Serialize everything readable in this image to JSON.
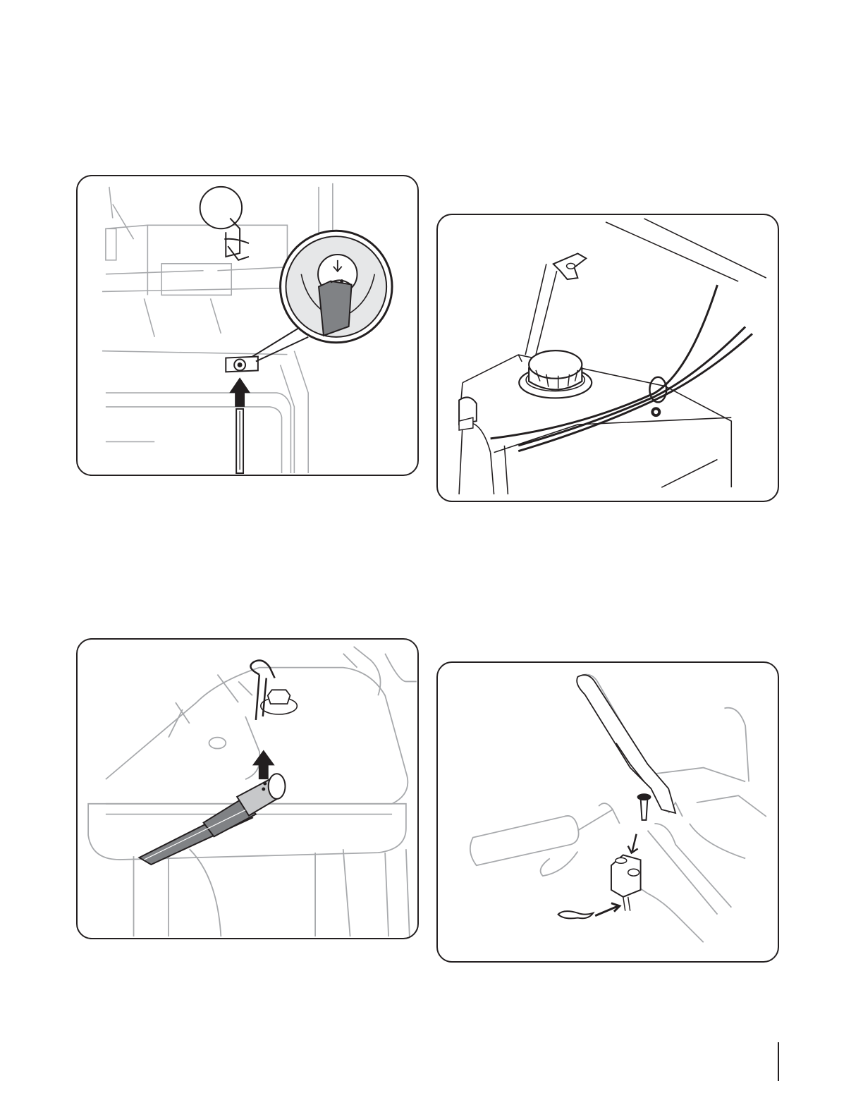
{
  "page": {
    "background": "#ffffff",
    "line_color": "#231f20",
    "light_line_color": "#a7a9ac",
    "fill_dark": "#231f20",
    "fill_gray": "#808285"
  },
  "figures": [
    {
      "subject": "cable-adjuster-underside-with-inset"
    },
    {
      "subject": "fuel-tank-with-cable-guide"
    },
    {
      "subject": "chute-crank-rod-and-hairpin-clip"
    },
    {
      "subject": "handle-pin-and-hairpin-clip"
    }
  ]
}
